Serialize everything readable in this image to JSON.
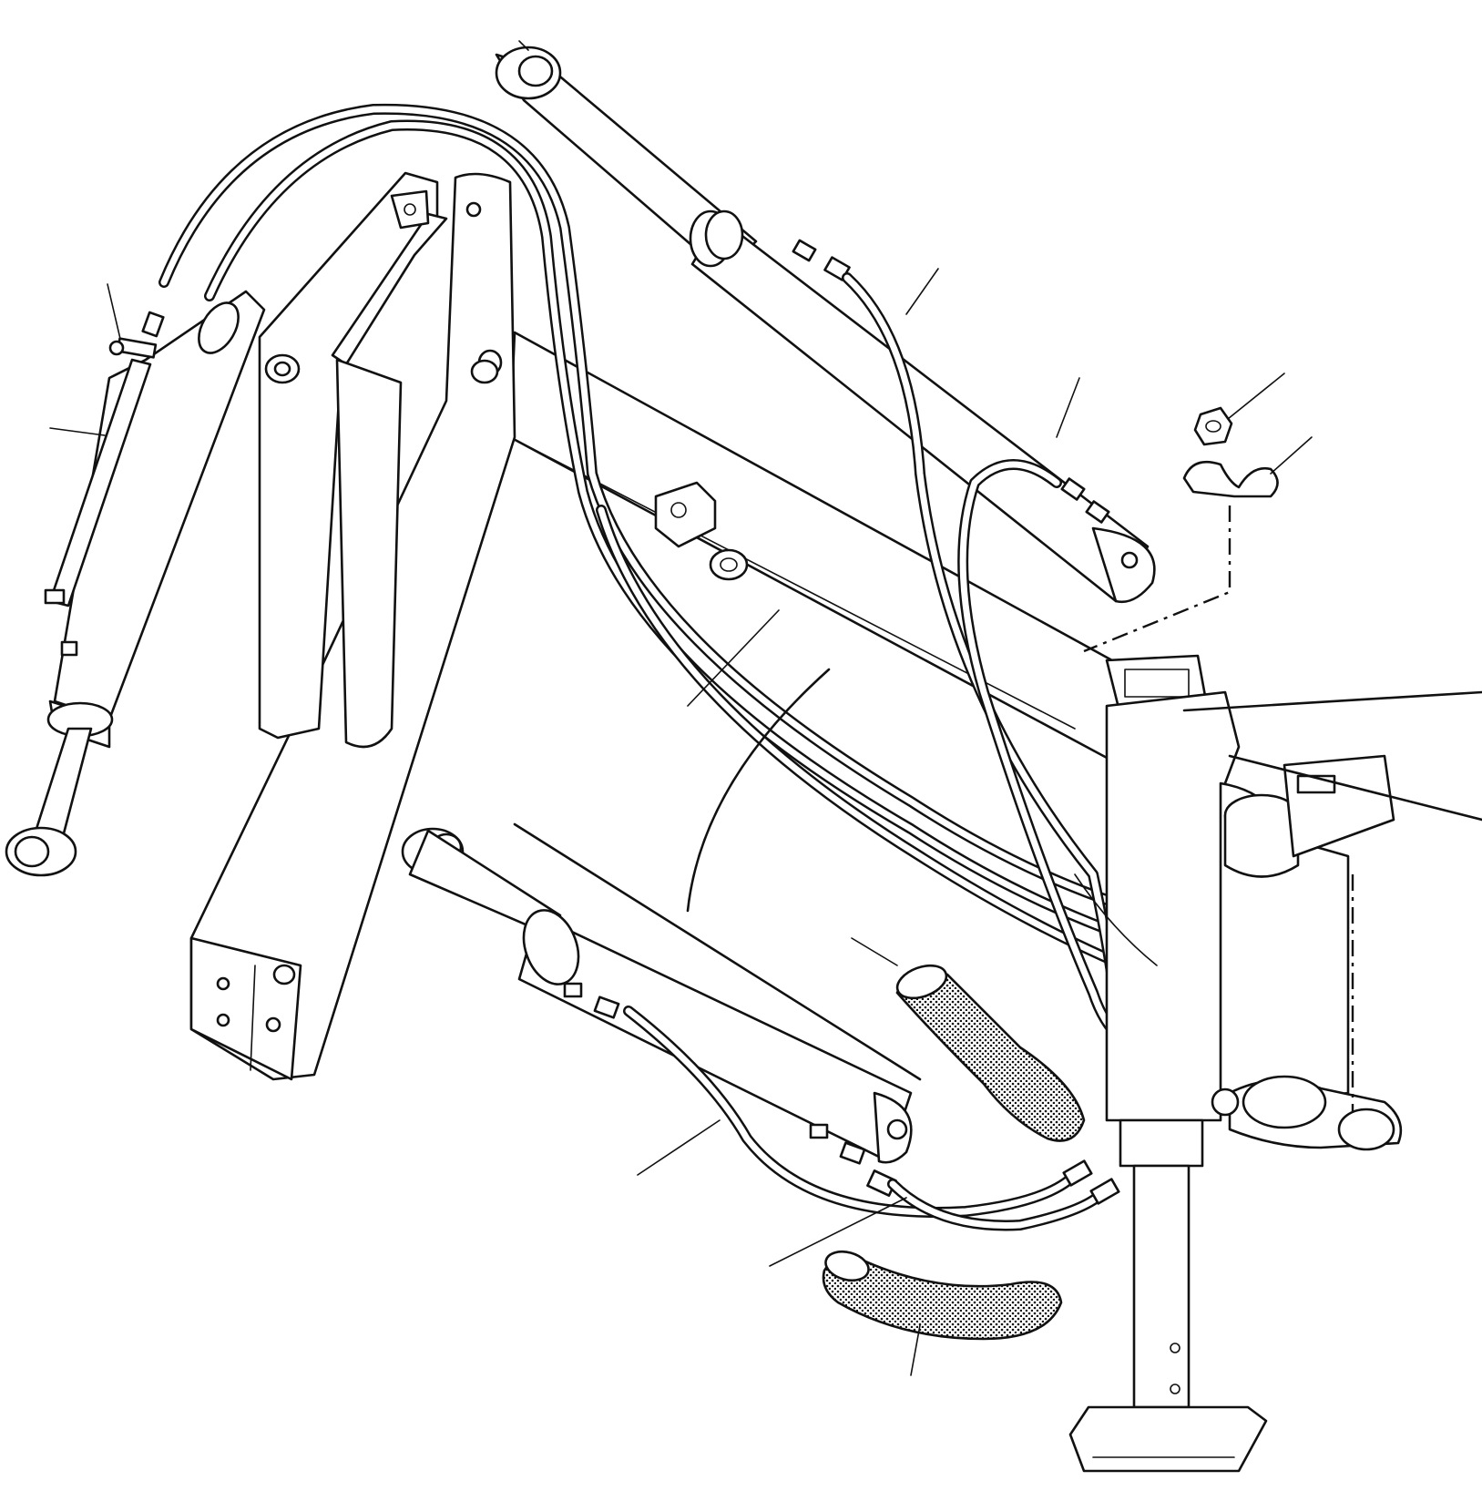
{
  "diagram": {
    "parts": [
      {
        "id": "boom",
        "icon": "boom-arm-shape"
      },
      {
        "id": "boom-cylinder-upper",
        "icon": "hydraulic-cylinder-shape"
      },
      {
        "id": "boom-cylinder-left",
        "icon": "hydraulic-cylinder-shape"
      },
      {
        "id": "boom-cylinder-lower",
        "icon": "hydraulic-cylinder-shape"
      },
      {
        "id": "hose-bundle",
        "icon": "hydraulic-hose-shape"
      },
      {
        "id": "protective-sleeve-upper",
        "icon": "hose-sleeve-shape"
      },
      {
        "id": "protective-sleeve-lower",
        "icon": "hose-sleeve-shape"
      },
      {
        "id": "hose-clamp",
        "icon": "clamp-shape"
      },
      {
        "id": "clamp-nut",
        "icon": "nut-shape"
      },
      {
        "id": "control-valve",
        "icon": "valve-block-shape"
      },
      {
        "id": "mounting-post",
        "icon": "post-shape"
      }
    ],
    "leader_lines": 13
  }
}
